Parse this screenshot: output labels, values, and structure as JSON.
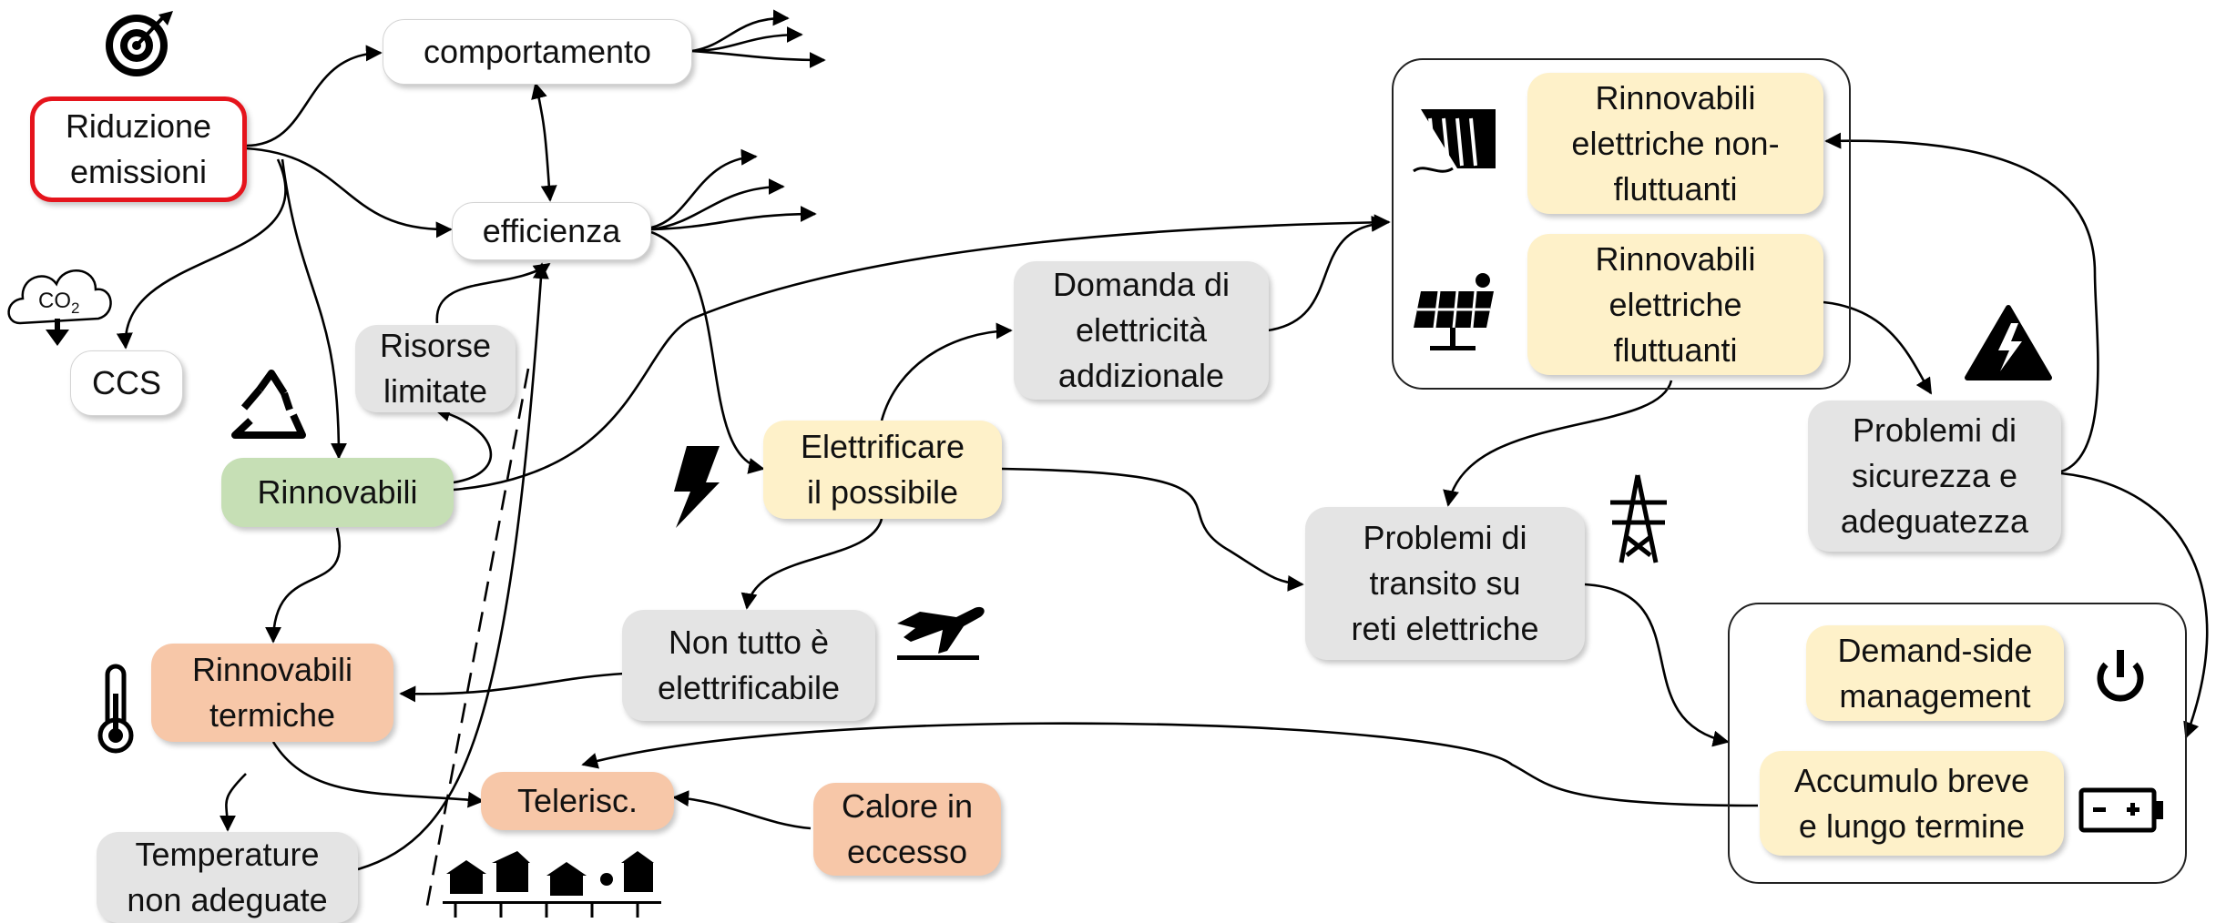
{
  "nodes": {
    "riduzione_emissioni": "Riduzione\nemissioni",
    "comportamento": "comportamento",
    "efficienza": "efficienza",
    "ccs": "CCS",
    "co2_label": "CO",
    "co2_sub": "2",
    "risorse_limitate": "Risorse\nlimitate",
    "rinnovabili": "Rinnovabili",
    "rinnovabili_termiche": "Rinnovabili\ntermiche",
    "temperature_non_adeguate": "Temperature\nnon adeguate",
    "telerisc": "Telerisc.",
    "calore_in_eccesso": "Calore in\neccesso",
    "non_tutto_elettrificabile": "Non tutto è\nelettrificabile",
    "elettrificare": "Elettrificare\nil possibile",
    "domanda_elettricita": "Domanda di\nelettricità\naddizionale",
    "rinnovabili_non_fluttuanti": "Rinnovabili\nelettriche non-\nfluttuanti",
    "rinnovabili_fluttuanti": "Rinnovabili\nelettriche\nfluttuanti",
    "problemi_sicurezza": "Problemi di\nsicurezza e\nadeguatezza",
    "problemi_transito": "Problemi di\ntransito su\nreti elettriche",
    "demand_side": "Demand-side\nmanagement",
    "accumulo": "Accumulo breve\ne lungo termine"
  },
  "icons": [
    "target-icon",
    "co2-cloud-icon",
    "recycle-icon",
    "lightning-icon",
    "thermometer-icon",
    "airplane-icon",
    "houses-icon",
    "dam-icon",
    "solar-panel-icon",
    "warning-lightning-icon",
    "power-tower-icon",
    "power-icon",
    "battery-icon"
  ],
  "colors": {
    "grey": "#e4e4e4",
    "green": "#c6dfb5",
    "yellow": "#fef1c9",
    "orange": "#f7c7a8",
    "red": "#e5141c",
    "line": "#000000"
  }
}
